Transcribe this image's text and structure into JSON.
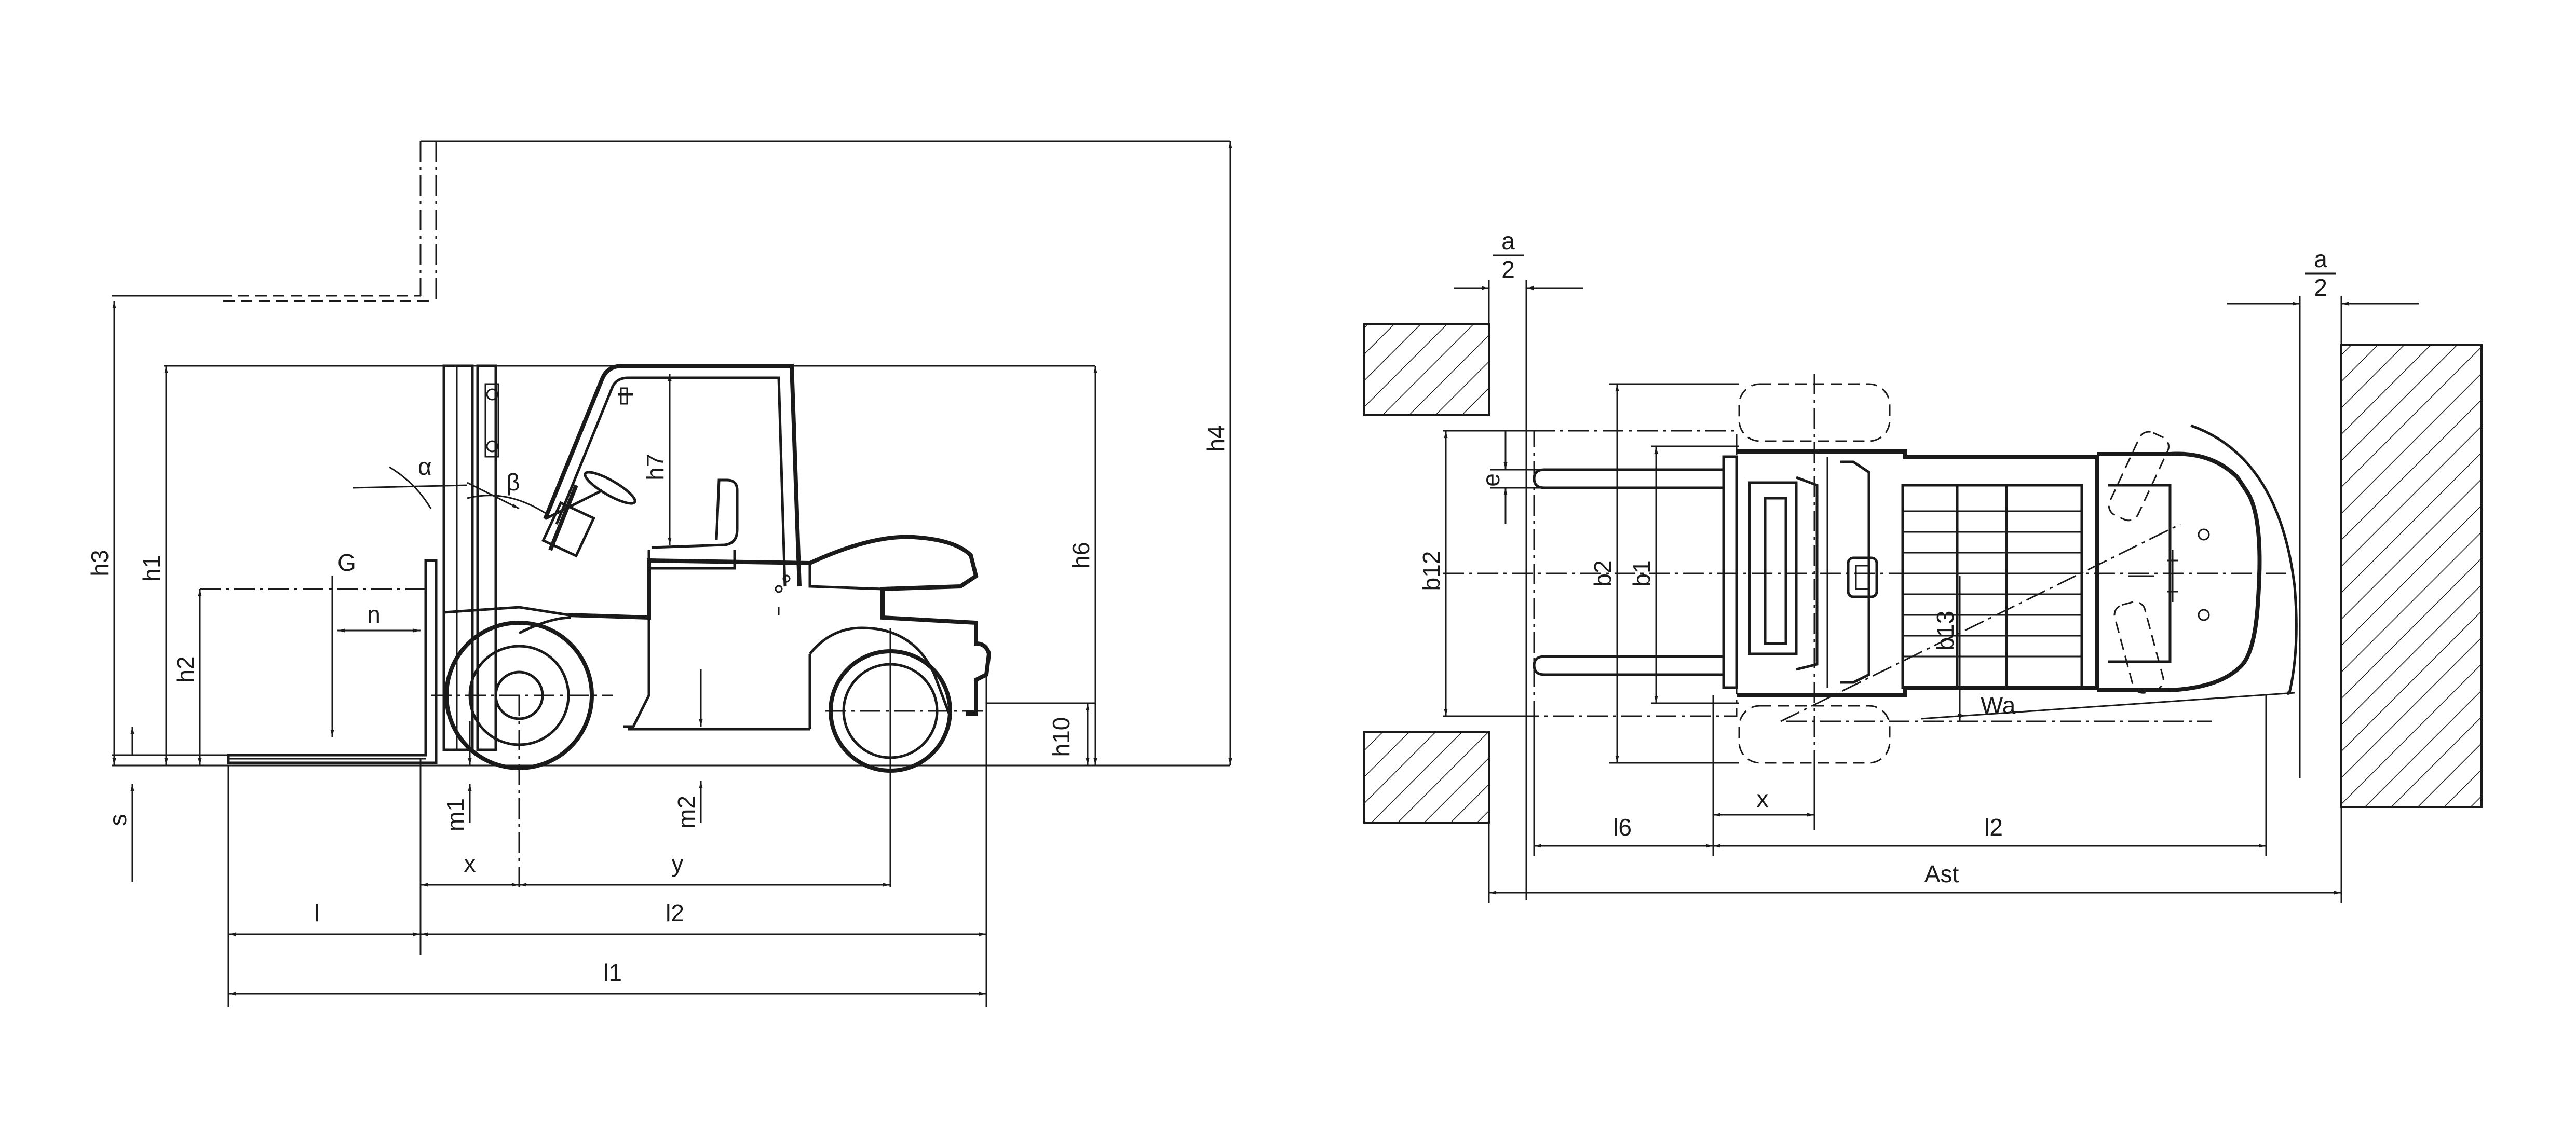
{
  "side_view": {
    "dimension_labels": {
      "h3": "h3",
      "h1": "h1",
      "h2": "h2",
      "h4": "h4",
      "h6": "h6",
      "h7": "h7",
      "h10": "h10",
      "s": "s",
      "m1": "m1",
      "m2": "m2",
      "x": "x",
      "y": "y",
      "l": "l",
      "l2": "l2",
      "l1": "l1",
      "n": "n",
      "G": "G",
      "alpha": "α",
      "beta": "β"
    }
  },
  "top_view": {
    "dimension_labels": {
      "a": "a",
      "two_left": "2",
      "a_right": "a",
      "two_right": "2",
      "e": "e",
      "b12": "b12",
      "b2": "b2",
      "b1": "b1",
      "b13": "b13",
      "Wa": "Wa",
      "x": "x",
      "l6": "l6",
      "l2": "l2",
      "Ast": "Ast"
    }
  },
  "colors": {
    "line": "#1a1a1a",
    "background": "#ffffff"
  }
}
